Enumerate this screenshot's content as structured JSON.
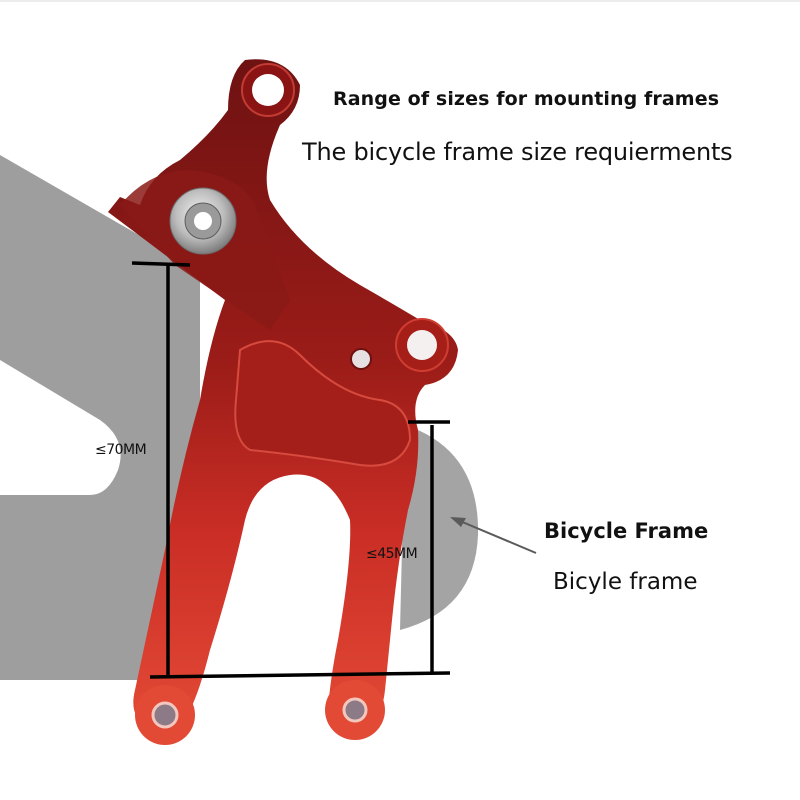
{
  "header": {
    "title": "Range of sizes for mounting frames",
    "subtitle": "The bicycle frame size requierments"
  },
  "dimensions": {
    "max_outer": "≤70MM",
    "max_inner": "≤45MM"
  },
  "callout": {
    "label_bold": "Bicycle Frame",
    "label_regular": "Bicyle frame"
  },
  "colors": {
    "bracket_dark_red": "#7a1414",
    "bracket_bright_red": "#d8352a",
    "frame_gray": "#9e9e9e",
    "dimension_line": "#000000",
    "bolt_silver": "#c9c9c9"
  },
  "icons": {
    "arrow": "arrow-pointer-icon",
    "bolt": "bolt-icon"
  }
}
